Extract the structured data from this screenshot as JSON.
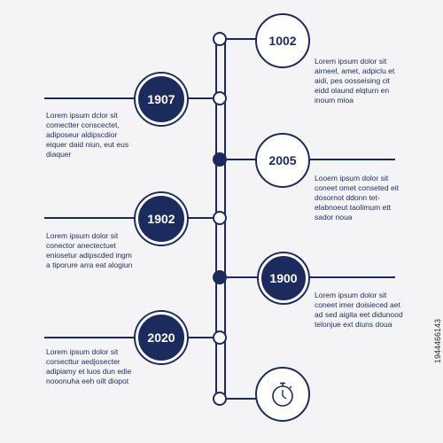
{
  "timeline": {
    "entries": [
      {
        "year": "1002",
        "text": "Lorem ipsum dolor sit airneel, amet, adpiclu et aidi, pes oosseising cit eidd olaund elqturn en inoum mioa"
      },
      {
        "year": "1907",
        "text": "Lorem ipsum dclor sit comectter conscectet, adiposeur aldipscdior eiquer daid niun, eut eus diaquer"
      },
      {
        "year": "2005",
        "text": "Looem ipsum dolor sit coneet omet conseted eit dosornot ddonn tet-elabnoeut taolimum ett sador noua"
      },
      {
        "year": "1902",
        "text": "Lorem ipsum dolor sit conector anectectuet eniosetur adipscded ingm a tiporure arra eat alogiun"
      },
      {
        "year": "1900",
        "text": "Lorem ipsum dolor sit coneet imer doisieced aet ad sed aigita eet didunood telonjue ext diuns doua"
      },
      {
        "year": "2020",
        "text": "Lorem ipsum dolor sit corsecttur aedjosecter adipiamy et luos dun edie nooonuha eeh oilt diopot"
      }
    ],
    "end_icon": "stopwatch-icon"
  },
  "stock_id": "1944466143",
  "colors": {
    "primary": "#1c2b5e",
    "background": "#f4f4f6",
    "bubble_light": "#ffffff"
  }
}
